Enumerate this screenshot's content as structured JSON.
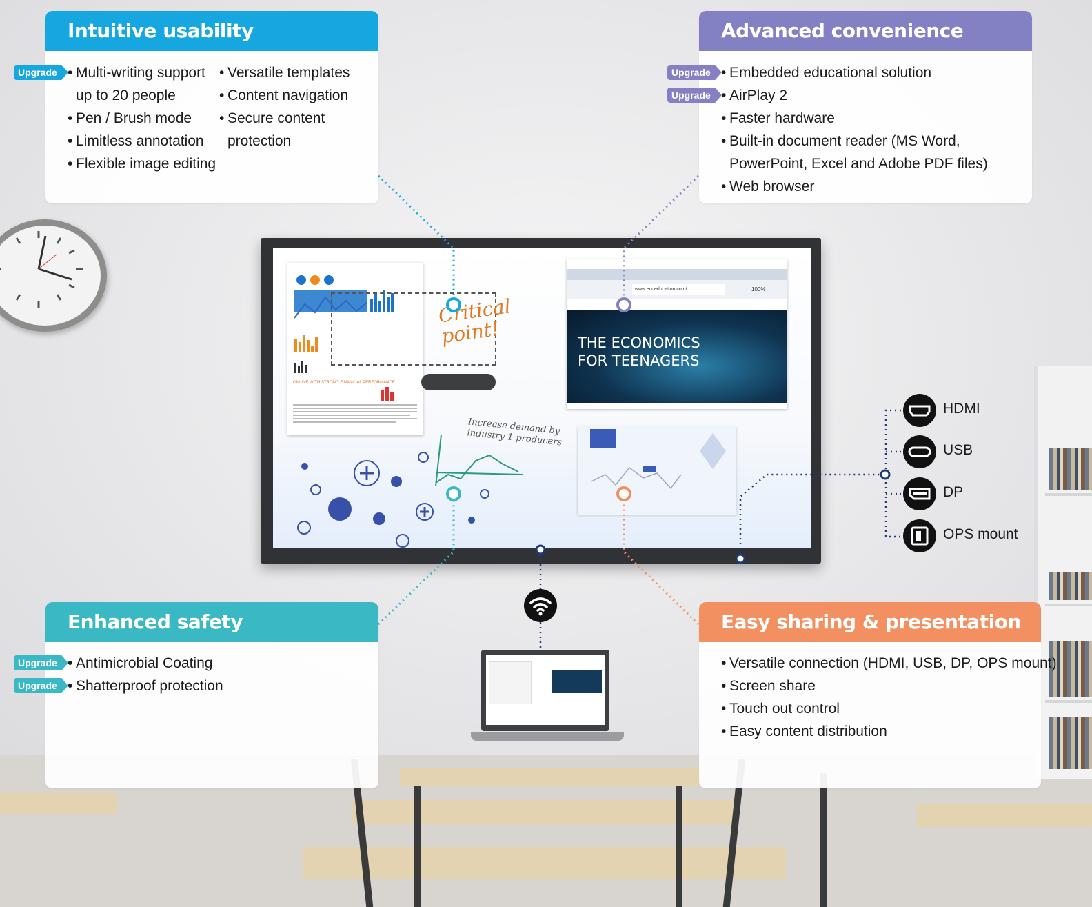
{
  "colors": {
    "intuitive": "#16a7e0",
    "advanced": "#8480c4",
    "safety": "#3ab8c4",
    "sharing": "#f29061",
    "upgrade_blue": "#16a7e0",
    "upgrade_purple": "#8480c4",
    "upgrade_teal": "#3ab8c4",
    "connector_navy": "#1e3a7a"
  },
  "badge_label": "Upgrade",
  "intuitive": {
    "title": "Intuitive usability",
    "col1": [
      {
        "text": "Multi-writing support",
        "upgrade": true
      },
      {
        "text": "up to 20 people",
        "continuation": true
      },
      {
        "text": "Pen / Brush mode"
      },
      {
        "text": "Limitless annotation"
      },
      {
        "text": "Flexible image editing"
      }
    ],
    "col2": [
      {
        "text": "Versatile templates"
      },
      {
        "text": "Content navigation"
      },
      {
        "text": "Secure content"
      },
      {
        "text": "protection",
        "continuation": true
      }
    ]
  },
  "advanced": {
    "title": "Advanced convenience",
    "items": [
      {
        "text": "Embedded educational solution",
        "upgrade": true
      },
      {
        "text": "AirPlay 2",
        "upgrade": true
      },
      {
        "text": "Faster hardware"
      },
      {
        "text": "Built-in document reader (MS Word,"
      },
      {
        "text": "PowerPoint, Excel and Adobe PDF files)",
        "continuation": true
      },
      {
        "text": "Web browser"
      }
    ]
  },
  "safety": {
    "title": "Enhanced safety",
    "items": [
      {
        "text": "Antimicrobial Coating",
        "upgrade": true
      },
      {
        "text": "Shatterproof protection",
        "upgrade": true
      }
    ]
  },
  "sharing": {
    "title": "Easy sharing & presentation",
    "items": [
      {
        "text": "Versatile connection (HDMI, USB, DP, OPS mount)"
      },
      {
        "text": "Screen share"
      },
      {
        "text": "Touch out control"
      },
      {
        "text": "Easy content distribution"
      }
    ]
  },
  "ports": [
    {
      "label": "HDMI",
      "icon": "hdmi-icon"
    },
    {
      "label": "USB",
      "icon": "usb-icon"
    },
    {
      "label": "DP",
      "icon": "displayport-icon"
    },
    {
      "label": "OPS mount",
      "icon": "ops-mount-icon"
    }
  ],
  "screen": {
    "annotation": "Critical point!",
    "handwriting": "Increase demand by industry 1 producers",
    "hero_title_1": "THE ECONOMICS",
    "hero_title_2": "FOR TEENAGERS",
    "url": "www.ecoeducation.com/",
    "zoom": "100%"
  },
  "icons": [
    "clock-icon",
    "wifi-icon",
    "laptop-icon",
    "virus-icon",
    "plus-circle-icon"
  ]
}
